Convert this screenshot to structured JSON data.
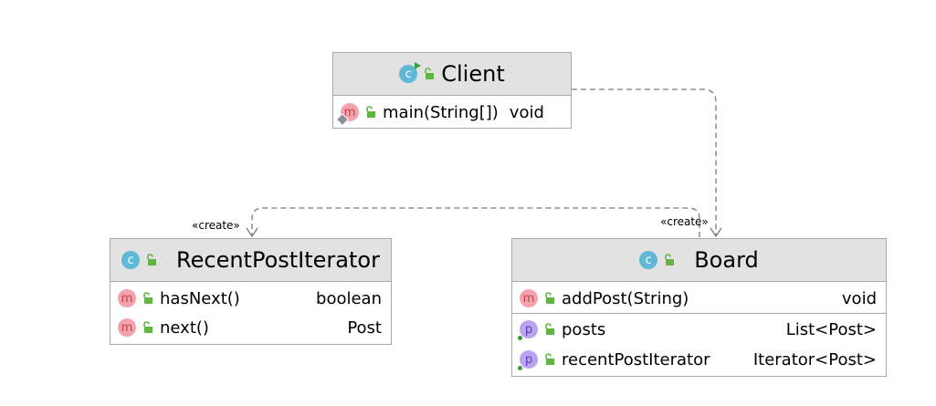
{
  "client": {
    "title": "Client",
    "methods": [
      {
        "name": "main(String[])",
        "type": "void",
        "icon": "method-static-icon"
      }
    ]
  },
  "recent_post_iterator": {
    "title": "RecentPostIterator",
    "methods": [
      {
        "name": "hasNext()",
        "type": "boolean"
      },
      {
        "name": "next()",
        "type": "Post"
      }
    ]
  },
  "board": {
    "title": "Board",
    "methods": [
      {
        "name": "addPost(String)",
        "type": "void"
      }
    ],
    "fields": [
      {
        "name": "posts",
        "type": "List<Post>"
      },
      {
        "name": "recentPostIterator",
        "type": "Iterator<Post>"
      }
    ]
  },
  "relations": {
    "create_left": "«create»",
    "create_right": "«create»"
  },
  "icons": {
    "class_letter": "c",
    "method_letter": "m",
    "property_letter": "p"
  },
  "colors": {
    "header_bg": "#e2e2e2",
    "class_icon": "#5fb8d6",
    "method_icon": "#f4a3ad",
    "property_icon": "#b9a4ef",
    "lock_green": "#62b543"
  }
}
